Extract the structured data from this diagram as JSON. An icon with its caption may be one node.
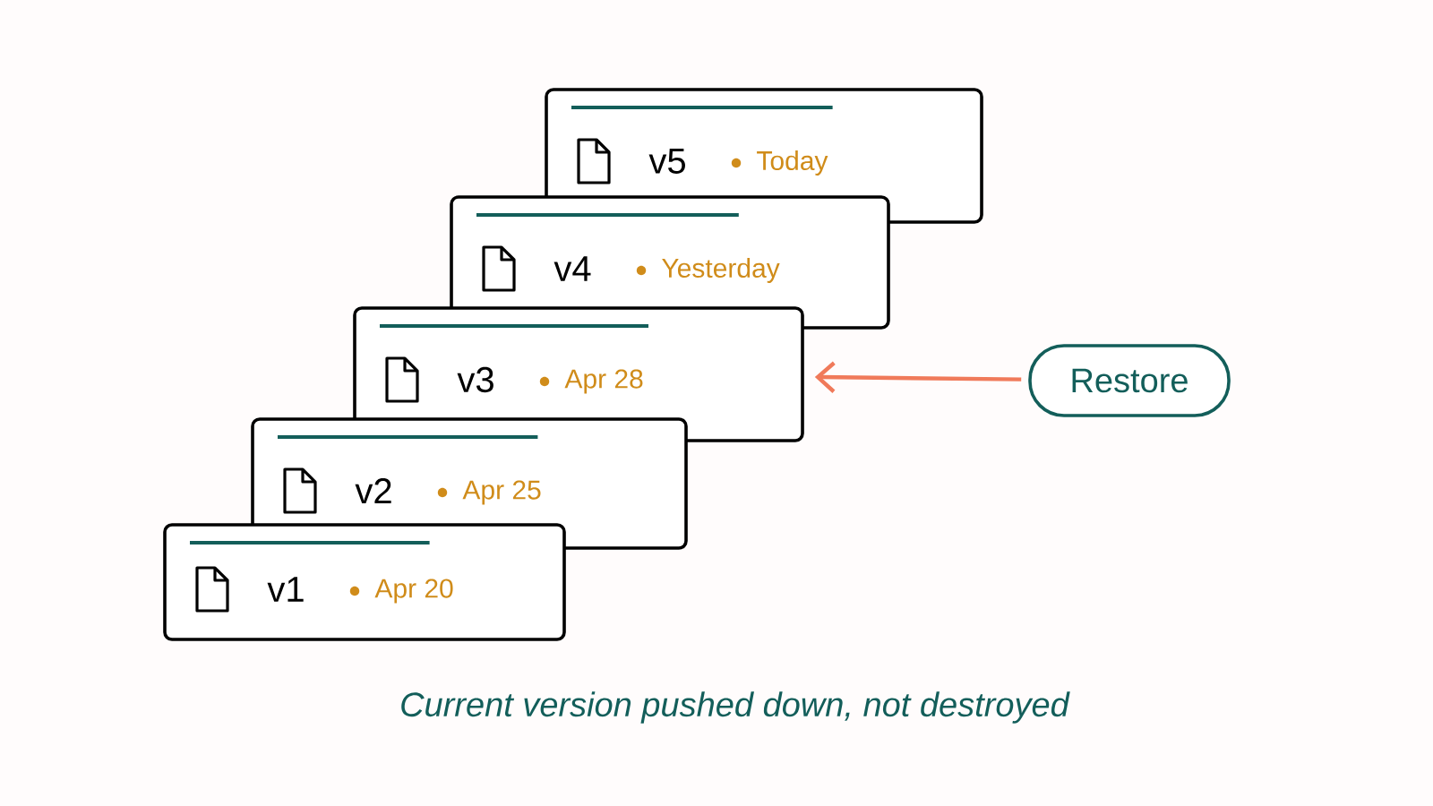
{
  "diagram": {
    "caption": "Current version pushed down, not destroyed",
    "nodes": [
      {
        "text": [
          "v5",
          "Today"
        ]
      },
      {
        "text": [
          "v4",
          "Yesterday"
        ]
      },
      {
        "text": [
          "v3",
          "Apr 28"
        ]
      },
      {
        "text": [
          "v2",
          "Apr 25"
        ]
      },
      {
        "text": [
          "v1",
          "Apr 20"
        ]
      },
      {
        "text": [
          "Restore"
        ]
      }
    ],
    "edges": [
      {
        "from": 5,
        "to": 2,
        "arrow": "to",
        "color": "#f07a5a"
      }
    ]
  }
}
